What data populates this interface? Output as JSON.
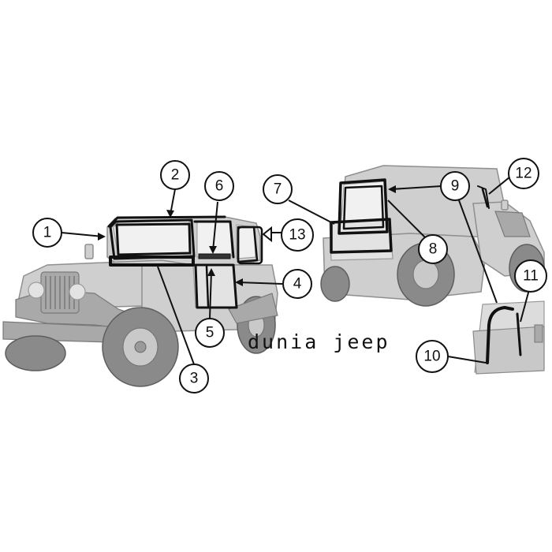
{
  "watermark": "dunia jeep",
  "callouts": [
    "1",
    "2",
    "3",
    "4",
    "5",
    "6",
    "7",
    "8",
    "9",
    "10",
    "11",
    "12",
    "13"
  ],
  "icons": {
    "jeep_front": "jeep-front-quarter-view",
    "jeep_rear": "jeep-rear-quarter-view",
    "detail_inset": "corner-seal-detail-inset"
  }
}
